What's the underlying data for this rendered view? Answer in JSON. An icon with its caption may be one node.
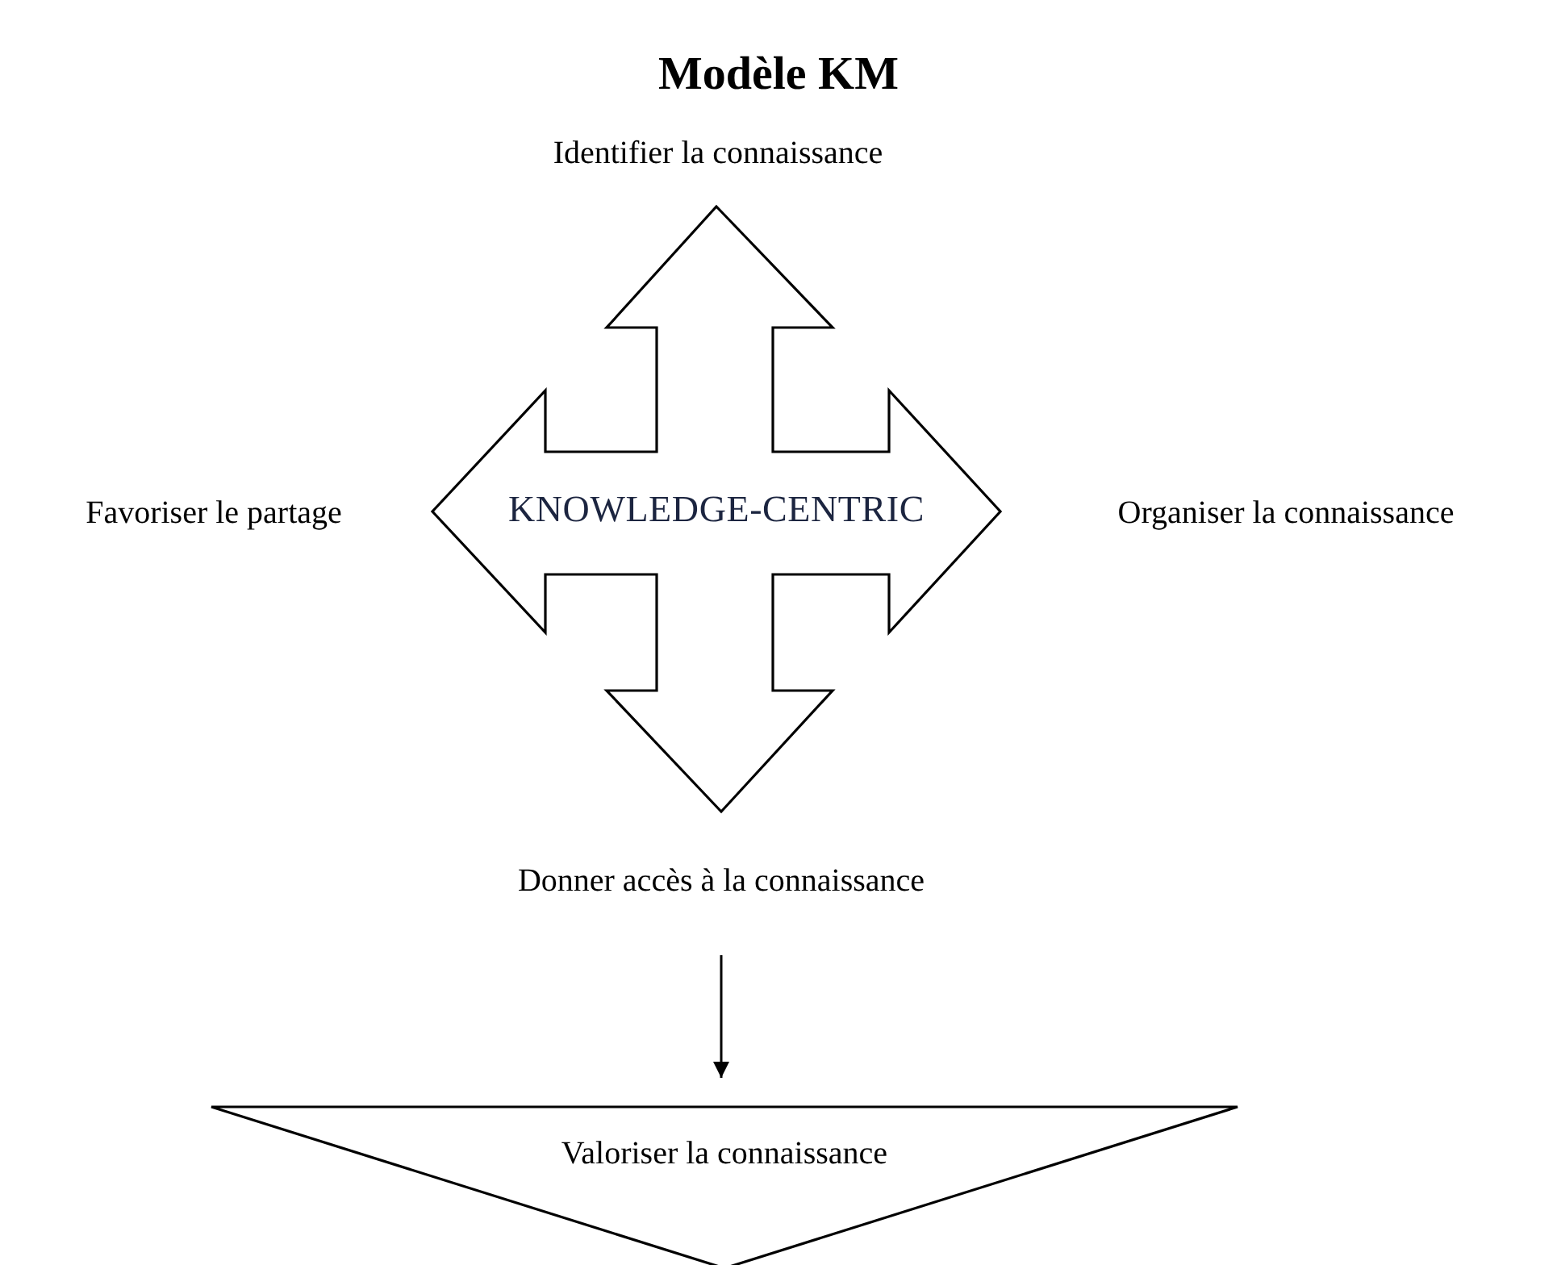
{
  "diagram": {
    "title": "Modèle KM",
    "nodes": [
      {
        "text": [
          "Identifier la connaissance"
        ]
      },
      {
        "text": [
          "Favoriser le partage"
        ]
      },
      {
        "text": [
          "KNOWLEDGE-CENTRIC"
        ]
      },
      {
        "text": [
          "Organiser la connaissance"
        ]
      },
      {
        "text": [
          "Donner accès à la connaissance"
        ]
      },
      {
        "text": [
          "Valoriser la connaissance"
        ]
      }
    ],
    "edges": [
      {
        "from": 4,
        "to": 5,
        "arrow": "to"
      }
    ]
  }
}
